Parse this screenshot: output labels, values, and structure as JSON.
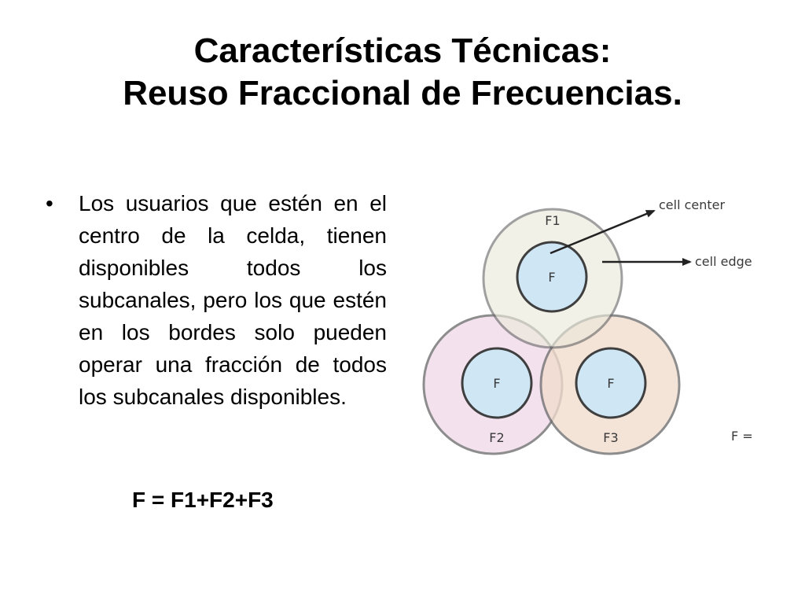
{
  "slide": {
    "title_line1": "Características Técnicas:",
    "title_line2": "Reuso Fraccional de Frecuencias.",
    "bullet_symbol": "•",
    "bullet_text": "Los usuarios que estén en el centro de la celda, tienen disponibles todos los subcanales, pero los que estén en los bordes solo pueden operar una fracción de todos los subcanales disponibles.",
    "formula": "F = F1+F2+F3"
  },
  "diagram": {
    "cells": [
      {
        "outer_label": "F1",
        "inner_label": "F",
        "outer_color": "#eceadb",
        "inner_color": "#cfe6f5"
      },
      {
        "outer_label": "F2",
        "inner_label": "F",
        "outer_color": "#f0d9ea",
        "inner_color": "#cfe6f5"
      },
      {
        "outer_label": "F3",
        "inner_label": "F",
        "outer_color": "#f2dccd",
        "inner_color": "#cfe6f5"
      }
    ],
    "annotations": {
      "cell_center": "cell center",
      "cell_edge": "cell edge",
      "partial_formula": "F ="
    },
    "colors": {
      "ring_stroke": "#6e6e6e",
      "inner_stroke": "#3f3f3f",
      "arrow": "#222222"
    }
  }
}
